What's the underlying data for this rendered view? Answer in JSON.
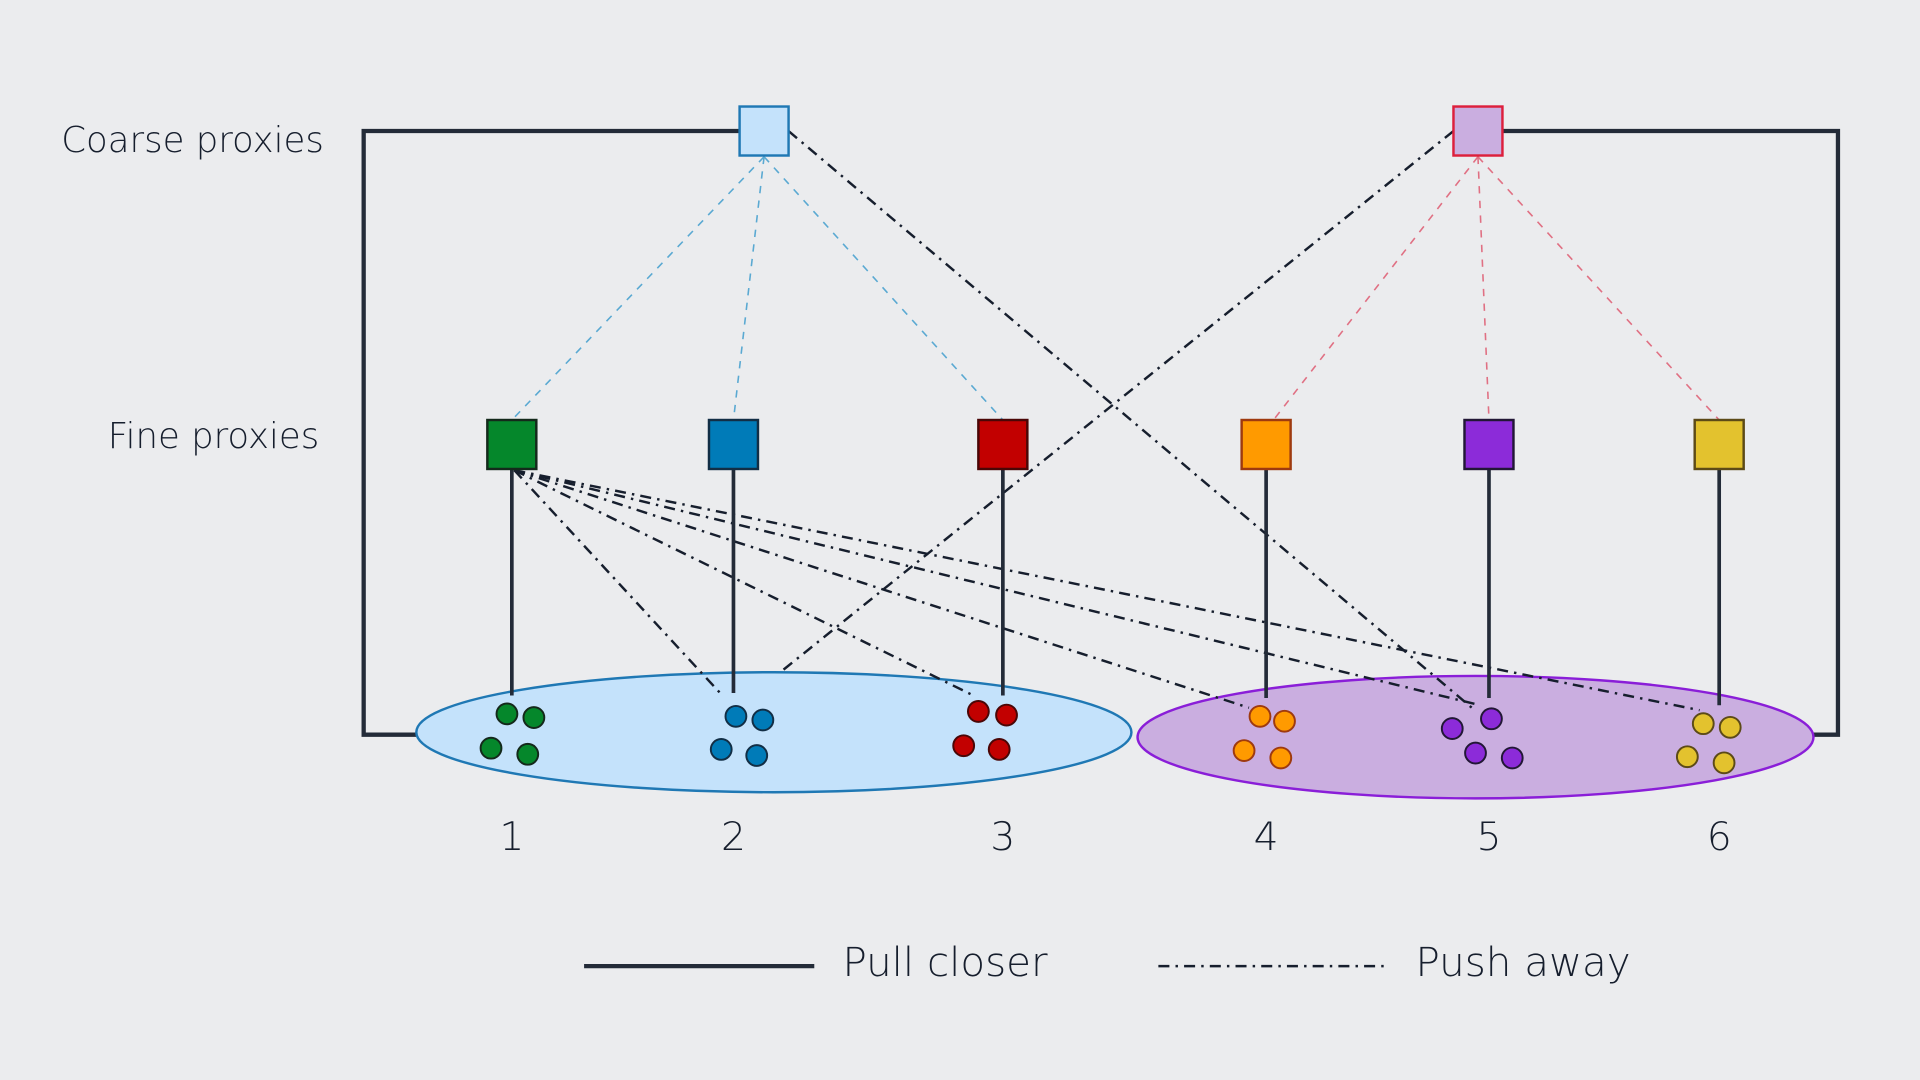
{
  "diagram": {
    "type": "hierarchical proxy contrastive learning diagram",
    "row_labels": {
      "coarse": "Coarse proxies",
      "fine": "Fine proxies"
    },
    "coarse_proxies": [
      {
        "id": "coarse-blue",
        "fill": "#c4e2fb",
        "stroke": "#1f78b4",
        "children": [
          1,
          2,
          3
        ]
      },
      {
        "id": "coarse-purple",
        "fill": "#caaee0",
        "stroke": "#dd1f3c",
        "children": [
          4,
          5,
          6
        ]
      }
    ],
    "fine_proxies": [
      {
        "label": "1",
        "fill": "#05872b",
        "dots": "#05872b",
        "dot_stroke": "#14291b"
      },
      {
        "label": "2",
        "fill": "#007bb8",
        "dots": "#007bb8",
        "dot_stroke": "#122e45"
      },
      {
        "label": "3",
        "fill": "#c20000",
        "dots": "#c20000",
        "dot_stroke": "#4a0606"
      },
      {
        "label": "4",
        "fill": "#ff9a00",
        "dots": "#ff9a00",
        "dot_stroke": "#9e3a0f"
      },
      {
        "label": "5",
        "fill": "#8c2bd9",
        "dots": "#8c2bd9",
        "dot_stroke": "#221736"
      },
      {
        "label": "6",
        "fill": "#e3c22e",
        "dots": "#e3c22e",
        "dot_stroke": "#5c4a17"
      }
    ],
    "clusters": [
      {
        "name": "coarse-cluster-blue",
        "fill": "#c4e2fb",
        "stroke": "#1f78b4",
        "members": [
          1,
          2,
          3
        ]
      },
      {
        "name": "coarse-cluster-purple",
        "fill": "#caaee0",
        "stroke": "#8a1ed8",
        "members": [
          4,
          5,
          6
        ]
      }
    ],
    "connections": {
      "pull_closer": [
        "fine 1 -> samples 1",
        "fine 2 -> samples 2",
        "fine 3 -> samples 3",
        "fine 4 -> samples 4",
        "fine 5 -> samples 5",
        "fine 6 -> samples 6",
        "coarse blue -> blue cluster",
        "coarse purple -> purple cluster"
      ],
      "push_away": [
        "coarse blue -> samples 5",
        "coarse purple -> samples 2",
        "fine 1 -> samples 2",
        "fine 1 -> samples 3",
        "fine 1 -> samples 4",
        "fine 1 -> samples 5",
        "fine 1 -> samples 6"
      ],
      "hierarchy_links": [
        "coarse blue -> fine 1",
        "coarse blue -> fine 2",
        "coarse blue -> fine 3",
        "coarse purple -> fine 4",
        "coarse purple -> fine 5",
        "coarse purple -> fine 6"
      ]
    },
    "colors": {
      "background": "#ebecee",
      "ink": "#232b38",
      "blue_link": "#5aa9d2",
      "red_link": "#e07083"
    },
    "legend": {
      "pull": "Pull closer",
      "push": "Push away"
    }
  }
}
